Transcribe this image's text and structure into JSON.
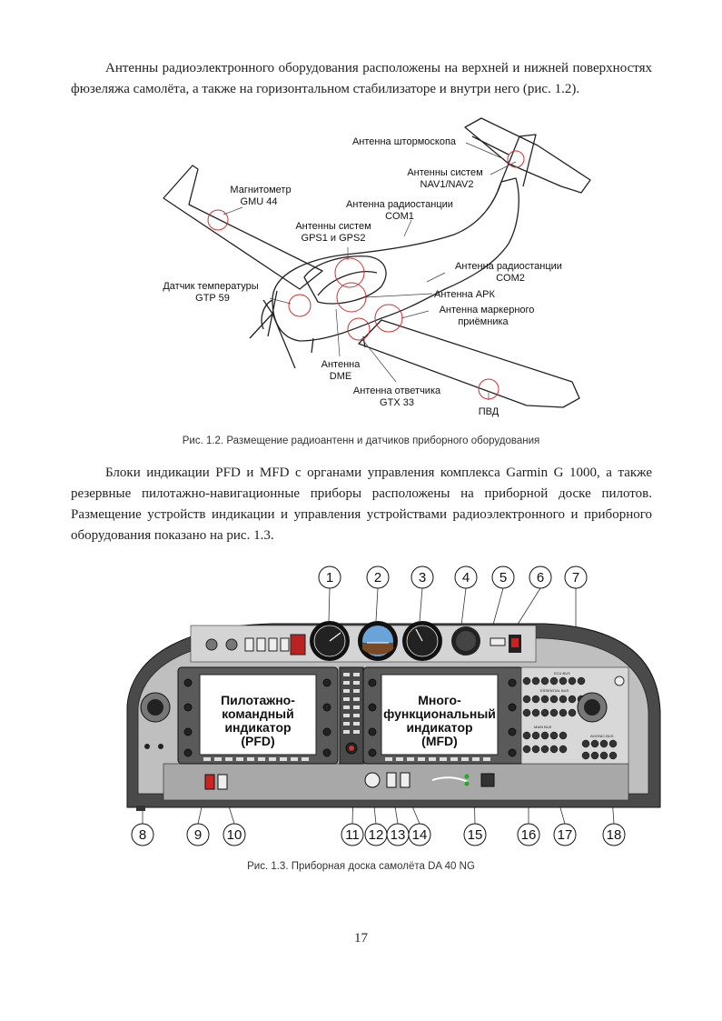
{
  "paragraph1": "Антенны радиоэлектронного оборудования расположены на верхней и нижней поверхностях фюзеляжа самолёта, а также на горизонтальном стабилизаторе и внутри него (рис. 1.2).",
  "figure1": {
    "labels": {
      "stormscope": "Антенна штормоскопа",
      "nav_a": "Антенны систем",
      "nav_b": "NAV1/NAV2",
      "magnet_a": "Магнитометр",
      "magnet_b": "GMU 44",
      "com1_a": "Антенна радиостанции",
      "com1_b": "COM1",
      "gps_a": "Антенны систем",
      "gps_b": "GPS1 и GPS2",
      "com2_a": "Антенна радиостанции",
      "com2_b": "COM2",
      "temp_a": "Датчик температуры",
      "temp_b": "GTP 59",
      "ark": "Антенна АРК",
      "marker_a": "Антенна маркерного",
      "marker_b": "приёмника",
      "dme_a": "Антенна",
      "dme_b": "DME",
      "gtx_a": "Антенна ответчика",
      "gtx_b": "GTX 33",
      "pvd": "ПВД"
    },
    "caption": "Рис. 1.2. Размещение радиоантенн и датчиков приборного оборудования"
  },
  "paragraph2": "Блоки индикации PFD и MFD с органами управления комплекса Garmin G 1000, а также резервные пилотажно-навигационные приборы расположены на приборной доске пилотов. Размещение устройств индикации и управления устройствами радиоэлектронного и приборного оборудования показано на рис. 1.3.",
  "figure2": {
    "pfd": [
      "Пилотажно-",
      "командный",
      "индикатор",
      "(PFD)"
    ],
    "mfd": [
      "Много-",
      "функциональный",
      "индикатор",
      "(MFD)"
    ],
    "callouts_top": [
      "1",
      "2",
      "3",
      "4",
      "5",
      "6",
      "7"
    ],
    "callouts_bottom": [
      "8",
      "9",
      "10",
      "11",
      "12",
      "13",
      "14",
      "15",
      "16",
      "17",
      "18"
    ],
    "panel_text": {
      "ecu_bus": "ECU BUS",
      "essential_bus": "ESSENTIAL BUS",
      "main_bus": "MAIN BUS",
      "avionic_bus": "AVIONIC BUS"
    },
    "caption": "Рис. 1.3. Приборная доска самолёта DA 40 NG"
  },
  "page_number": "17"
}
